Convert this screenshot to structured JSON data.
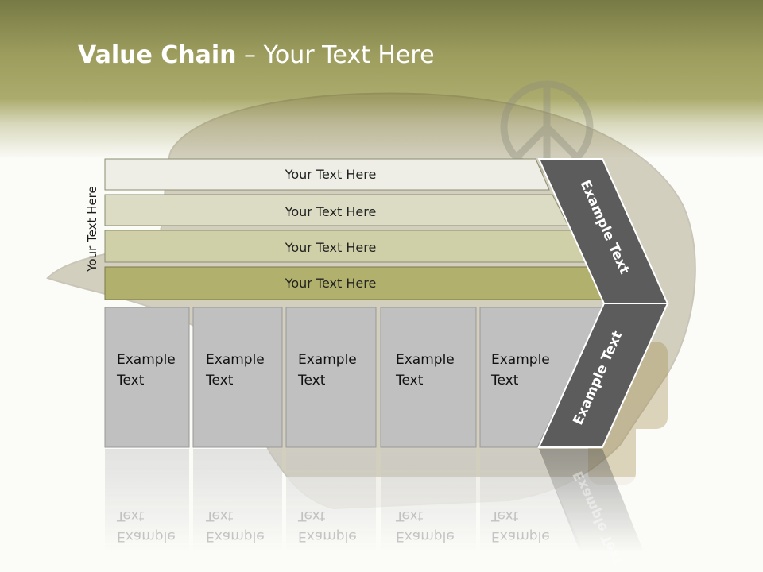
{
  "slide": {
    "title_bold": "Value Chain",
    "title_rest": " – Your Text Here",
    "side_label": "Your Text Here",
    "bars": [
      {
        "label": "Your Text Here",
        "color": "#eeeee6"
      },
      {
        "label": "Your Text Here",
        "color": "#dcdcc4"
      },
      {
        "label": "Your Text Here",
        "color": "#cfcfa8"
      },
      {
        "label": "Your Text Here",
        "color": "#b1b16d"
      }
    ],
    "columns": [
      {
        "line1": "Example",
        "line2": "Text"
      },
      {
        "line1": "Example",
        "line2": "Text"
      },
      {
        "line1": "Example",
        "line2": "Text"
      },
      {
        "line1": "Example",
        "line2": "Text"
      },
      {
        "line1": "Example",
        "line2": "Text"
      }
    ],
    "arrow_upper": "Example Text",
    "arrow_lower": "Example Text",
    "colors": {
      "header": "#9d9d5e",
      "column": "#c0c0c0",
      "arrow": "#5c5c5c"
    }
  }
}
